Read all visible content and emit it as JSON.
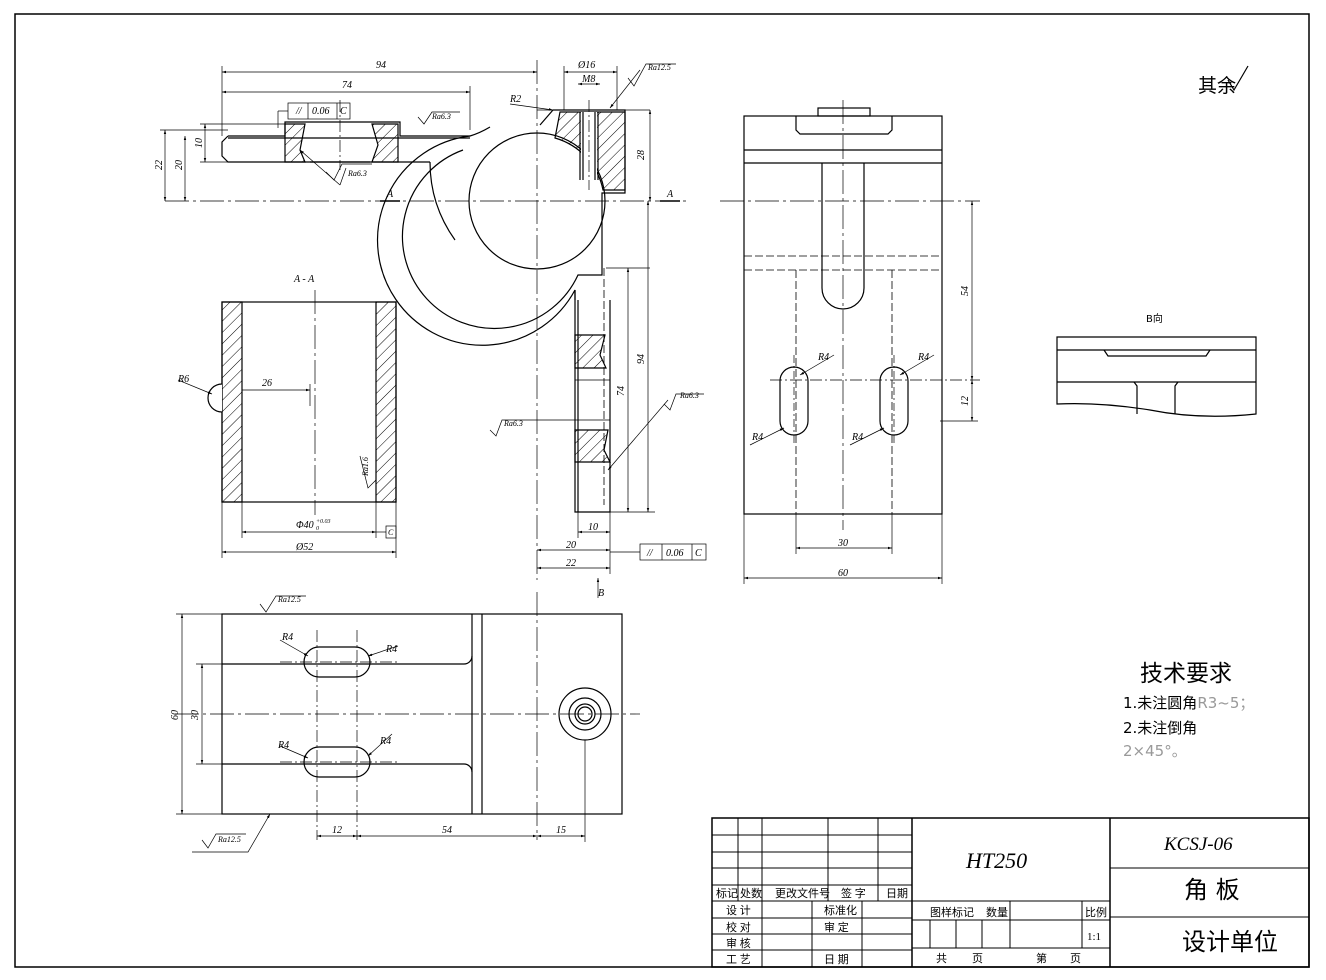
{
  "top_view": {
    "dims": {
      "d94": "94",
      "d74": "74",
      "d16": "Ø16",
      "m8": "M8",
      "r2": "R2",
      "d28": "28",
      "d22": "22",
      "d20": "20",
      "d10": "10"
    },
    "tolerance": {
      "symbol": "//",
      "value": "0.06",
      "datum": "C"
    },
    "ra": {
      "ra125": "Ra12.5",
      "ra63a": "Ra6.3",
      "ra63b": "Ra6.3"
    },
    "section": {
      "a_left": "A",
      "a_right": "A"
    }
  },
  "side_view": {
    "d94": "94",
    "d74": "74",
    "d10": "10",
    "d20": "20",
    "d22": "22",
    "ra63a": "Ra6.3",
    "ra63b": "Ra6.3",
    "tol_symbol": "//",
    "tol_value": "0.06",
    "tol_datum": "C",
    "b_arrow": "B"
  },
  "section_view": {
    "title": "A - A",
    "r6": "R6",
    "d26": "26",
    "ra16": "Ra1.6",
    "bore": "Φ40",
    "bore_tol": "+0.03",
    "bore_tol2": "0",
    "d52": "Ø52",
    "datum": "C"
  },
  "right_view": {
    "d54": "54",
    "d12": "12",
    "r4": [
      "R4",
      "R4",
      "R4",
      "R4"
    ],
    "d30": "30",
    "d60": "60"
  },
  "b_view": {
    "title": "B向"
  },
  "bottom_view": {
    "ra_top": "Ra12.5",
    "ra_bottom": "Ra12.5",
    "r4": [
      "R4",
      "R4",
      "R4",
      "R4"
    ],
    "d60": "60",
    "d30": "30",
    "d12": "12",
    "d54": "54",
    "d15": "15"
  },
  "surface_note": "其余",
  "tech": {
    "title": "技术要求",
    "line1a": "1.未注圆角",
    "line1b": "R3~5；",
    "line2": "2.未注倒角",
    "line3": "2×45°。"
  },
  "title_block": {
    "material": "HT250",
    "drawing_no": "KCSJ-06",
    "part_name": "角 板",
    "company": "设计单位",
    "rev_headers": [
      "标记",
      "处数",
      "更改文件号",
      "签 字",
      "日期"
    ],
    "design": "设 计",
    "check": "校 对",
    "review": "审 核",
    "process": "工 艺",
    "standard": "标准化",
    "approve": "审 定",
    "date": "日 期",
    "sample_mark": "图样标记",
    "quantity": "数量",
    "scale_label": "比例",
    "scale": "1:1",
    "total": "共",
    "pages": "页",
    "sheet": "第",
    "page": "页"
  }
}
